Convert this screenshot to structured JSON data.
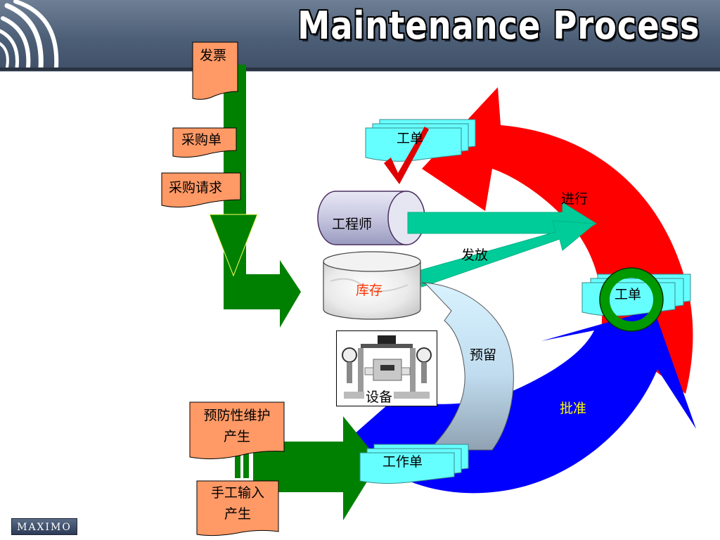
{
  "header": {
    "title": "Maintenance Process"
  },
  "labels": {
    "invoice": "发票",
    "purchase_order": "采购单",
    "purchase_request": "采购请求",
    "work_order_top": "工单",
    "engineer": "工程师",
    "in_progress": "进行",
    "issue": "发放",
    "inventory": "库存",
    "work_order_right": "工单",
    "reserve": "预留",
    "equipment": "设备",
    "approve": "批准",
    "pm_generate_line1": "预防性维护",
    "pm_generate_line2": "产生",
    "work_order_bottom": "工作单",
    "manual_input_line1": "手工输入",
    "manual_input_line2": "产生"
  },
  "footer": {
    "logo_text": "MAXIMO"
  },
  "colors": {
    "header": "#4d5f77",
    "red_arrow": "#ff0000",
    "blue_arrow": "#0000ff",
    "green_arrow": "#008000",
    "teal_arrow": "#00cc99",
    "document_fill": "#ff9966",
    "work_order_fill": "#66ffff",
    "engineer_fill": "#cccce6",
    "inventory_text": "#ff3300",
    "approve_text": "#ffff00"
  },
  "icons": [
    "logo-waves-icon",
    "checkmark-icon",
    "maximo-logo"
  ]
}
